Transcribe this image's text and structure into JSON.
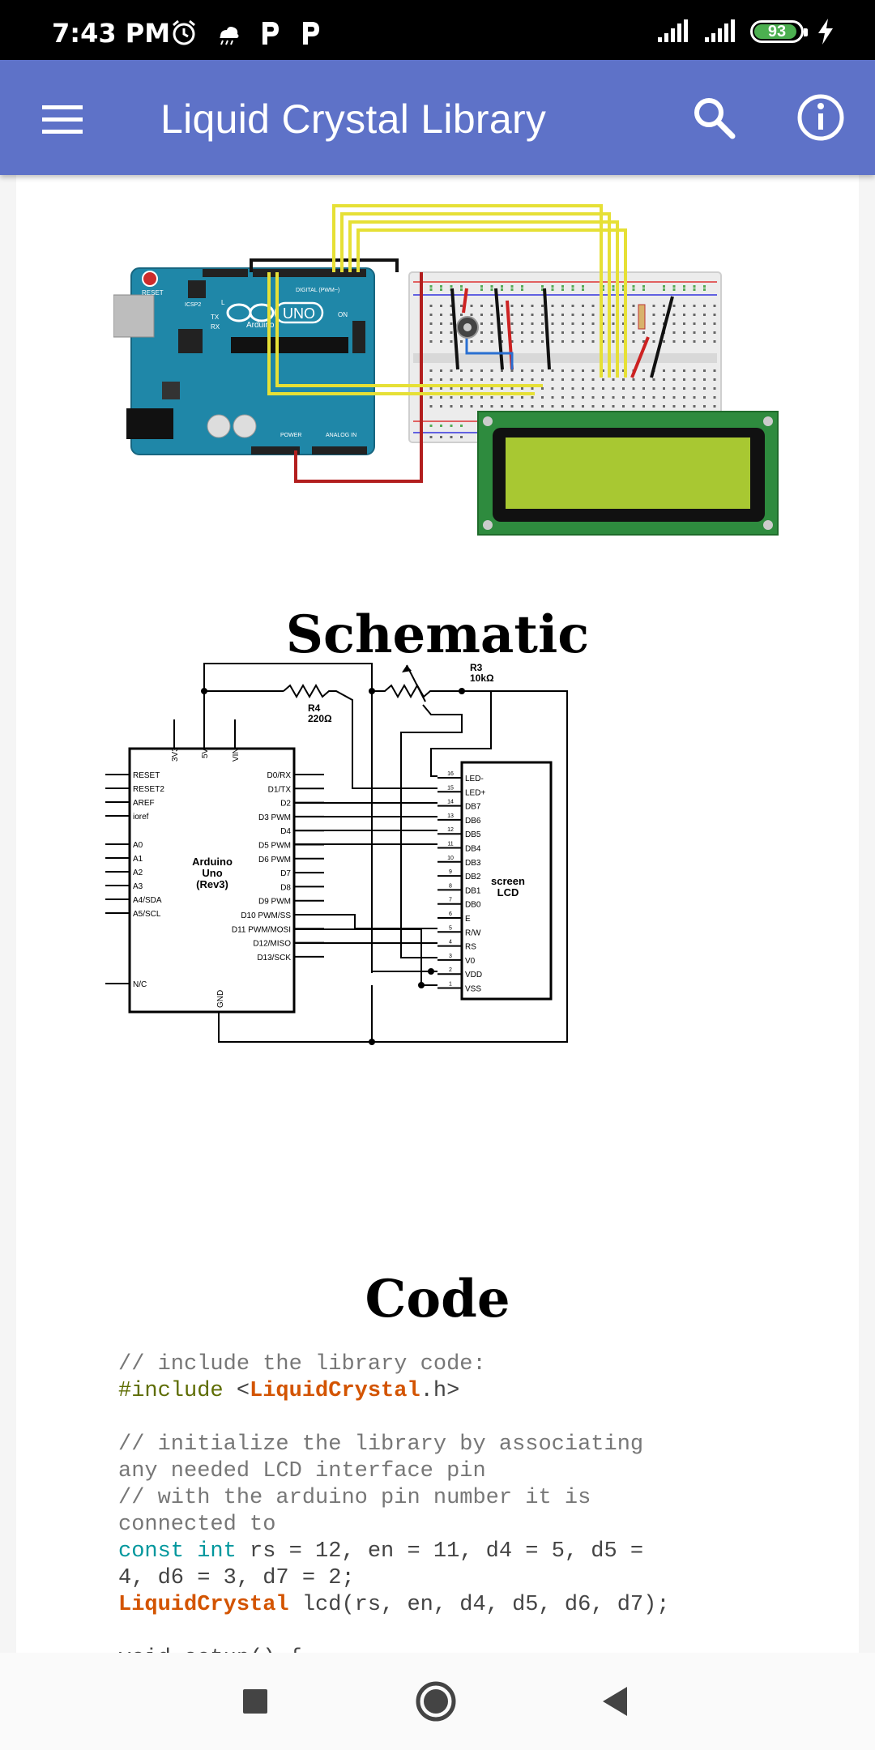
{
  "status_bar": {
    "time": "7:43 PM",
    "battery_level": "93",
    "battery_fraction": 0.93
  },
  "app_bar": {
    "title": "Liquid Crystal Library",
    "icons": [
      "menu-icon",
      "search-icon",
      "info-icon"
    ]
  },
  "wiring": {
    "board_logo": "UNO",
    "board_brand": "Arduino",
    "reset_label": "RESET",
    "icsp_label": "ICSP2",
    "digital_label": "DIGITAL (PWM~)",
    "power_label": "POWER",
    "analog_label": "ANALOG IN",
    "on_label": "ON",
    "tx_label": "TX",
    "rx_label": "RX",
    "l_label": "L"
  },
  "schematic": {
    "title": "Schematic",
    "r3_name": "R3",
    "r3_value": "10kΩ",
    "r4_name": "R4",
    "r4_value": "220Ω",
    "arduino_name": "Arduino\nUno\n(Rev3)",
    "arduino_lines": [
      "Arduino",
      "Uno",
      "(Rev3)"
    ],
    "top_pins": [
      "3V3",
      "5V",
      "VIN"
    ],
    "bottom_pin": "GND",
    "left_pins": [
      "RESET",
      "RESET2",
      "AREF",
      "ioref",
      "A0",
      "A1",
      "A2",
      "A3",
      "A4/SDA",
      "A5/SCL",
      "N/C"
    ],
    "right_pins": [
      "D0/RX",
      "D1/TX",
      "D2",
      "D3 PWM",
      "D4",
      "D5 PWM",
      "D6 PWM",
      "D7",
      "D8",
      "D9 PWM",
      "D10 PWM/SS",
      "D11 PWM/MOSI",
      "D12/MISO",
      "D13/SCK"
    ],
    "lcd_name_lines": [
      "screen",
      "LCD"
    ],
    "lcd_pins": [
      "LED-",
      "LED+",
      "DB7",
      "DB6",
      "DB5",
      "DB4",
      "DB3",
      "DB2",
      "DB1",
      "DB0",
      "E",
      "R/W",
      "RS",
      "V0",
      "VDD",
      "VSS"
    ],
    "lcd_pin_numbers": [
      "16",
      "15",
      "14",
      "13",
      "12",
      "11",
      "10",
      "9",
      "8",
      "7",
      "6",
      "5",
      "4",
      "3",
      "2",
      "1"
    ]
  },
  "code": {
    "title": "Code",
    "lines": [
      [
        {
          "t": "// include the library code:",
          "c": "comment"
        }
      ],
      [
        {
          "t": "#include",
          "c": "pre"
        },
        {
          "t": " <",
          "c": ""
        },
        {
          "t": "LiquidCrystal",
          "c": "lib"
        },
        {
          "t": ".h>",
          "c": ""
        }
      ],
      [],
      [
        {
          "t": "// initialize the library by associating",
          "c": "comment"
        }
      ],
      [
        {
          "t": "any needed LCD interface pin",
          "c": "comment"
        }
      ],
      [
        {
          "t": "// with the arduino pin number it is",
          "c": "comment"
        }
      ],
      [
        {
          "t": "connected to",
          "c": "comment"
        }
      ],
      [
        {
          "t": "const",
          "c": "kw"
        },
        {
          "t": " ",
          "c": ""
        },
        {
          "t": "int",
          "c": "kw"
        },
        {
          "t": " rs = 12, en = 11, d4 = 5, d5 =",
          "c": ""
        }
      ],
      [
        {
          "t": "4, d6 = 3, d7 = 2;",
          "c": ""
        }
      ],
      [
        {
          "t": "LiquidCrystal",
          "c": "lib"
        },
        {
          "t": " lcd(rs, en, d4, d5, d6, d7);",
          "c": ""
        }
      ],
      [],
      [
        {
          "t": "void setup() {",
          "c": ""
        }
      ]
    ]
  },
  "nav_bar": {
    "buttons": [
      "recents-button",
      "home-button",
      "back-button"
    ]
  },
  "colors": {
    "app_bar": "#5e72c8",
    "battery": "#4caf50",
    "comment": "#777777",
    "keyword": "#00979d",
    "library": "#d35400",
    "preprocessor": "#5e6d03"
  }
}
